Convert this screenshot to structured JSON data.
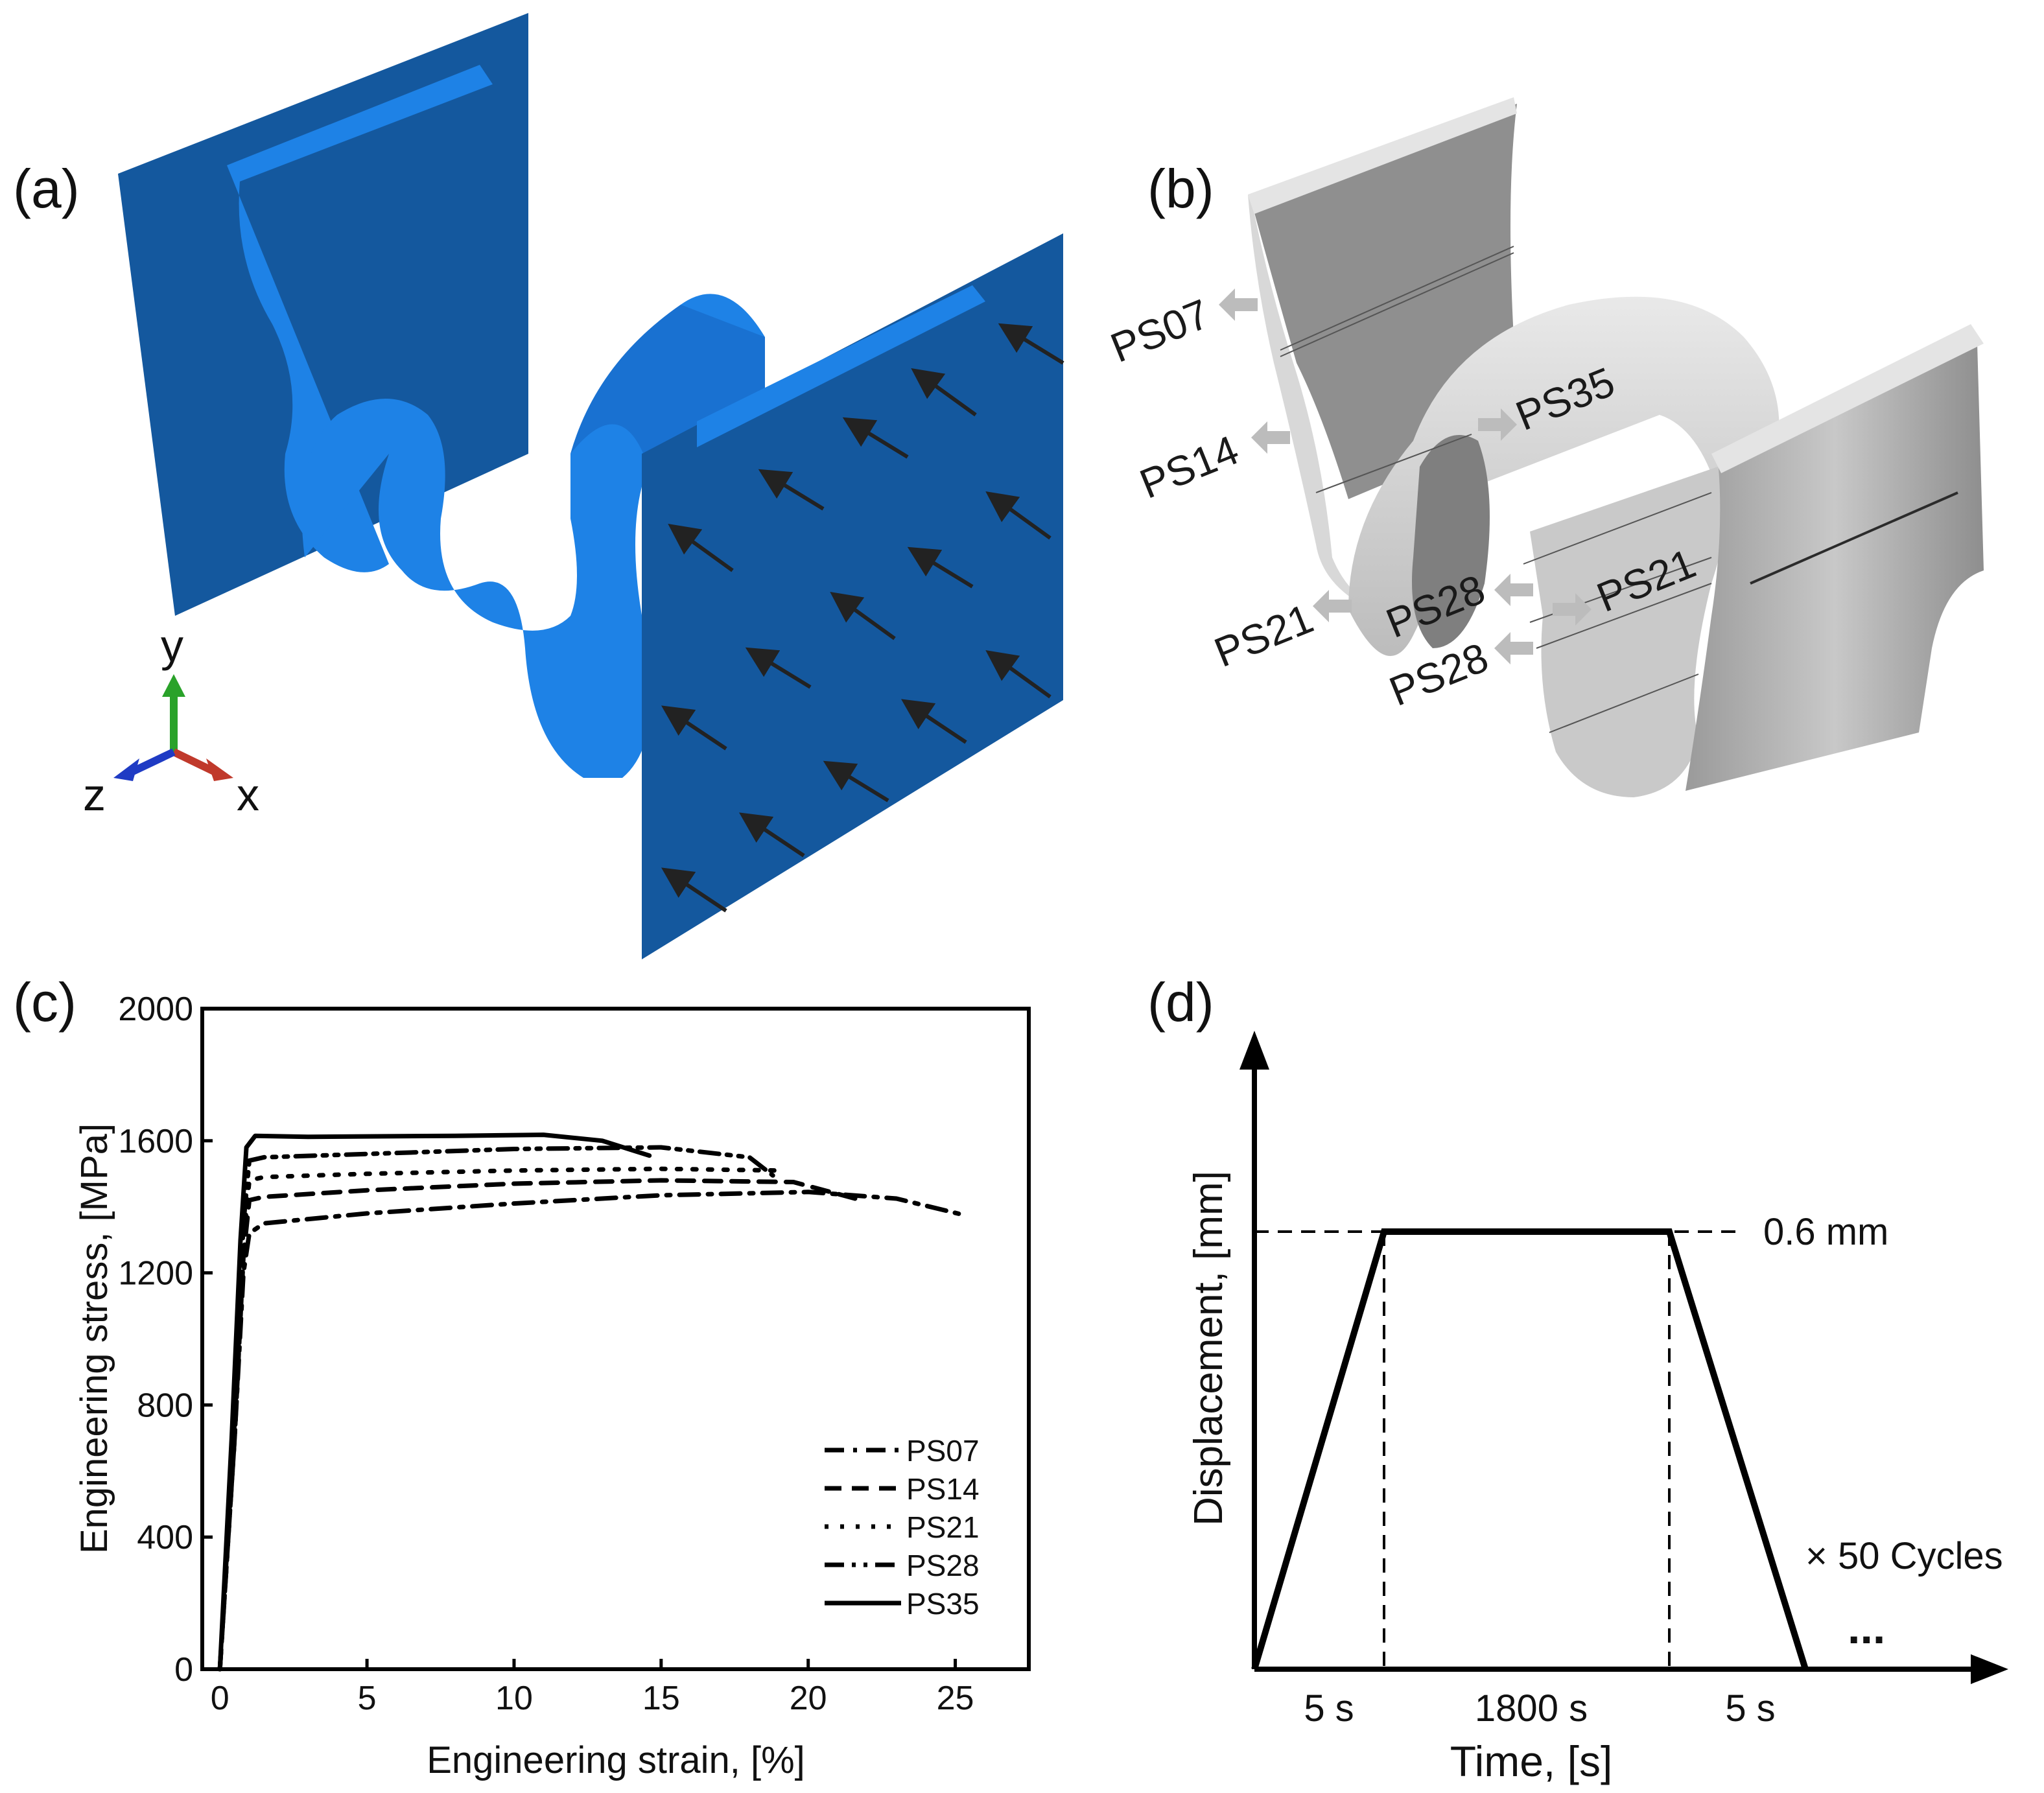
{
  "panels": {
    "a": {
      "label": "(a)",
      "axes": {
        "x": "x",
        "y": "y",
        "z": "z"
      },
      "colors": {
        "plate": "#14589e",
        "tube": "#1e82e6",
        "tube_dark": "#1565c0",
        "load_arrow": "#222222"
      }
    },
    "b": {
      "label": "(b)",
      "zones": [
        {
          "id": "ps07",
          "text": "PS07"
        },
        {
          "id": "ps14",
          "text": "PS14"
        },
        {
          "id": "ps21_left",
          "text": "PS21"
        },
        {
          "id": "ps28_upper",
          "text": "PS28"
        },
        {
          "id": "ps28_lower",
          "text": "PS28"
        },
        {
          "id": "ps35",
          "text": "PS35"
        },
        {
          "id": "ps21_right",
          "text": "PS21"
        }
      ],
      "colors": {
        "shell": "#bdbdbd",
        "shell_light": "#e6e6e6",
        "arrow": "#bcbcbc"
      }
    },
    "c": {
      "label": "(c)"
    },
    "d": {
      "label": "(d)"
    }
  },
  "chart_data": [
    {
      "type": "line",
      "xlabel": "Engineering strain, [%]",
      "ylabel": "Engineering stress, [MPa]",
      "xlim": [
        -0.6,
        27.5
      ],
      "ylim": [
        0,
        2000
      ],
      "xticks": [
        "0",
        "5",
        "10",
        "15",
        "20",
        "25"
      ],
      "yticks": [
        "0",
        "400",
        "800",
        "1200",
        "1600",
        "2000"
      ],
      "legend_position": "bottom-right",
      "series": [
        {
          "name": "PS07",
          "dash": "dashdot",
          "points": [
            [
              0,
              0
            ],
            [
              0.5,
              700
            ],
            [
              0.8,
              1200
            ],
            [
              1.0,
              1320
            ],
            [
              1.5,
              1350
            ],
            [
              5,
              1380
            ],
            [
              10,
              1410
            ],
            [
              15,
              1435
            ],
            [
              20,
              1445
            ],
            [
              23,
              1425
            ],
            [
              25.3,
              1375
            ]
          ]
        },
        {
          "name": "PS14",
          "dash": "dashed",
          "points": [
            [
              0,
              0
            ],
            [
              0.5,
              700
            ],
            [
              0.8,
              1250
            ],
            [
              1.0,
              1420
            ],
            [
              1.5,
              1430
            ],
            [
              5,
              1450
            ],
            [
              10,
              1470
            ],
            [
              15,
              1480
            ],
            [
              19.5,
              1475
            ],
            [
              21.8,
              1420
            ]
          ]
        },
        {
          "name": "PS21",
          "dash": "dotted",
          "points": [
            [
              0,
              0
            ],
            [
              0.5,
              700
            ],
            [
              0.8,
              1300
            ],
            [
              1.0,
              1480
            ],
            [
              1.5,
              1490
            ],
            [
              5,
              1500
            ],
            [
              10,
              1510
            ],
            [
              15,
              1515
            ],
            [
              19,
              1510
            ]
          ]
        },
        {
          "name": "PS28",
          "dash": "dashdotdot",
          "points": [
            [
              0,
              0
            ],
            [
              0.5,
              750
            ],
            [
              0.8,
              1350
            ],
            [
              1.0,
              1540
            ],
            [
              1.5,
              1550
            ],
            [
              5,
              1560
            ],
            [
              10,
              1575
            ],
            [
              15,
              1580
            ],
            [
              18,
              1550
            ],
            [
              18.8,
              1495
            ]
          ]
        },
        {
          "name": "PS35",
          "dash": "solid",
          "points": [
            [
              0,
              0
            ],
            [
              0.4,
              700
            ],
            [
              0.7,
              1300
            ],
            [
              0.9,
              1580
            ],
            [
              1.2,
              1615
            ],
            [
              3,
              1612
            ],
            [
              8,
              1615
            ],
            [
              11,
              1618
            ],
            [
              13,
              1600
            ],
            [
              14.6,
              1555
            ]
          ]
        }
      ]
    },
    {
      "type": "line",
      "xlabel": "Time, [s]",
      "ylabel": "Displacement, [mm]",
      "annotations": {
        "level": "0.6 mm",
        "cycles": "× 50 Cycles",
        "continuation": "..."
      },
      "segments": [
        {
          "label": "5 s",
          "duration_s": 5
        },
        {
          "label": "1800 s",
          "duration_s": 1800
        },
        {
          "label": "5 s",
          "duration_s": 5
        }
      ],
      "points": [
        [
          0,
          0
        ],
        [
          5,
          0.6
        ],
        [
          1805,
          0.6
        ],
        [
          1810,
          0
        ]
      ]
    }
  ]
}
